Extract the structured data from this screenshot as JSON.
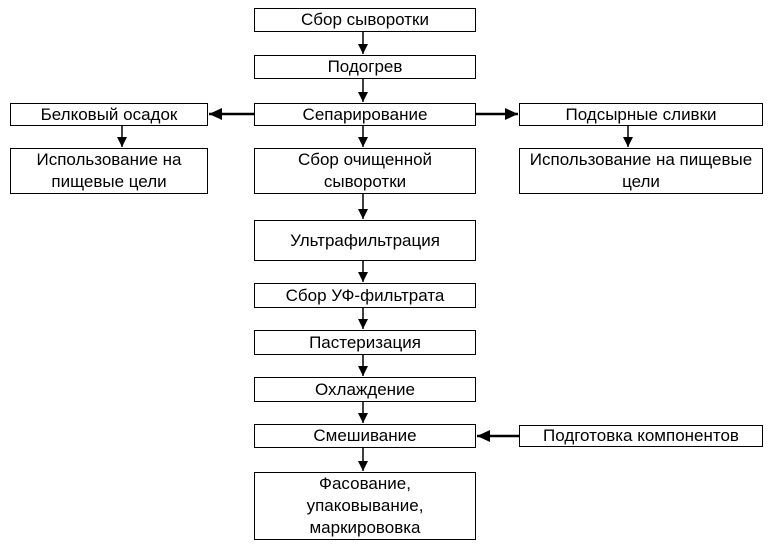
{
  "diagram": {
    "type": "flowchart",
    "language": "ru",
    "colors": {
      "background": "#ffffff",
      "box_fill": "#ffffff",
      "box_border": "#000000",
      "text": "#000000",
      "arrow": "#000000"
    },
    "nodes": {
      "sbor_syvorotki": {
        "label": "Сбор сыворотки"
      },
      "podogrev": {
        "label": "Подогрев"
      },
      "separirovanie": {
        "label": "Сепарирование"
      },
      "belkovyj_osadok": {
        "label": "Белковый осадок"
      },
      "podsyrnye_slivki": {
        "label": "Подсырные сливки"
      },
      "ispolzovanie_left": {
        "label": "Использование на\nпищевые цели"
      },
      "sbor_ochishchennoj_syvorotki": {
        "label": "Сбор очищенной\nсыворотки"
      },
      "ispolzovanie_right": {
        "label": "Использование на пищевые\nцели"
      },
      "ultrafiltracija": {
        "label": "Ультрафильтрация"
      },
      "sbor_uf_filtrata": {
        "label": "Сбор УФ-фильтрата"
      },
      "pasterizacija": {
        "label": "Пастеризация"
      },
      "ohlazhdenie": {
        "label": "Охлаждение"
      },
      "smeshivanie": {
        "label": "Смешивание"
      },
      "podgotovka_komponentov": {
        "label": "Подготовка компонентов"
      },
      "fasovanie": {
        "label": "Фасование,\nупаковывание,\nмаркирововка"
      }
    },
    "edges": [
      {
        "from": "Сбор сыворотки",
        "to": "Подогрев",
        "direction": "down"
      },
      {
        "from": "Подогрев",
        "to": "Сепарирование",
        "direction": "down"
      },
      {
        "from": "Сепарирование",
        "to": "Белковый осадок",
        "direction": "left"
      },
      {
        "from": "Сепарирование",
        "to": "Подсырные сливки",
        "direction": "right"
      },
      {
        "from": "Сепарирование",
        "to": "Сбор очищенной сыворотки",
        "direction": "down"
      },
      {
        "from": "Белковый осадок",
        "to": "Использование на пищевые цели (слева)",
        "direction": "down"
      },
      {
        "from": "Подсырные сливки",
        "to": "Использование на пищевые цели (справа)",
        "direction": "down"
      },
      {
        "from": "Сбор очищенной сыворотки",
        "to": "Ультрафильтрация",
        "direction": "down"
      },
      {
        "from": "Ультрафильтрация",
        "to": "Сбор УФ-фильтрата",
        "direction": "down"
      },
      {
        "from": "Сбор УФ-фильтрата",
        "to": "Пастеризация",
        "direction": "down"
      },
      {
        "from": "Пастеризация",
        "to": "Охлаждение",
        "direction": "down"
      },
      {
        "from": "Охлаждение",
        "to": "Смешивание",
        "direction": "down"
      },
      {
        "from": "Подготовка компонентов",
        "to": "Смешивание",
        "direction": "left"
      },
      {
        "from": "Смешивание",
        "to": "Фасование, упаковывание, маркирововка",
        "direction": "down"
      }
    ]
  }
}
